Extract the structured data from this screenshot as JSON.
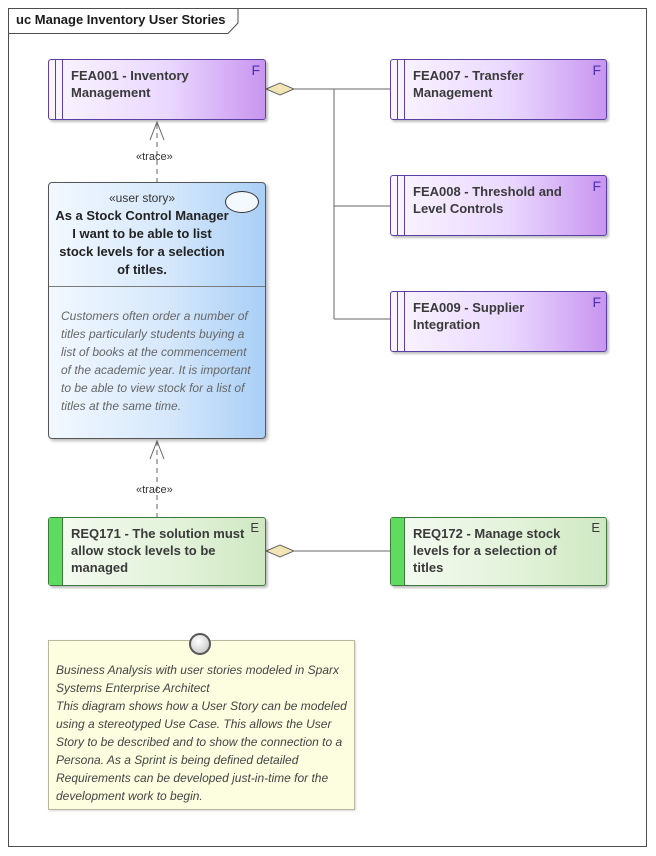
{
  "diagram": {
    "title": "uc Manage Inventory User Stories"
  },
  "features": [
    {
      "label": "FEA001 - Inventory Management",
      "badge": "F"
    },
    {
      "label": "FEA007 - Transfer Management",
      "badge": "F"
    },
    {
      "label": "FEA008 - Threshold and Level Controls",
      "badge": "F"
    },
    {
      "label": "FEA009 - Supplier Integration",
      "badge": "F"
    }
  ],
  "user_story": {
    "stereotype": "«user story»",
    "title": "As a Stock Control Manager I want to be able to list stock levels for a selection of titles.",
    "notes": "Customers often order a number of titles particularly students buying a list of books at the commencement of the academic year. It is important to be able to view stock for a list of titles at the same time."
  },
  "trace_labels": [
    "«trace»",
    "«trace»"
  ],
  "requirements": [
    {
      "label": "REQ171 - The solution must allow stock levels to be managed",
      "badge": "E"
    },
    {
      "label": "REQ172 - Manage stock levels for a selection of titles",
      "badge": "E"
    }
  ],
  "note": {
    "text": "Business Analysis with user stories modeled in Sparx Systems Enterprise Architect\nThis diagram shows how a User Story can be modeled using a stereotyped Use Case. This allows the User Story to be described and to show the connection to a Persona. As a Sprint is being defined detailed Requirements can be developed just-in-time for the development work to begin."
  }
}
